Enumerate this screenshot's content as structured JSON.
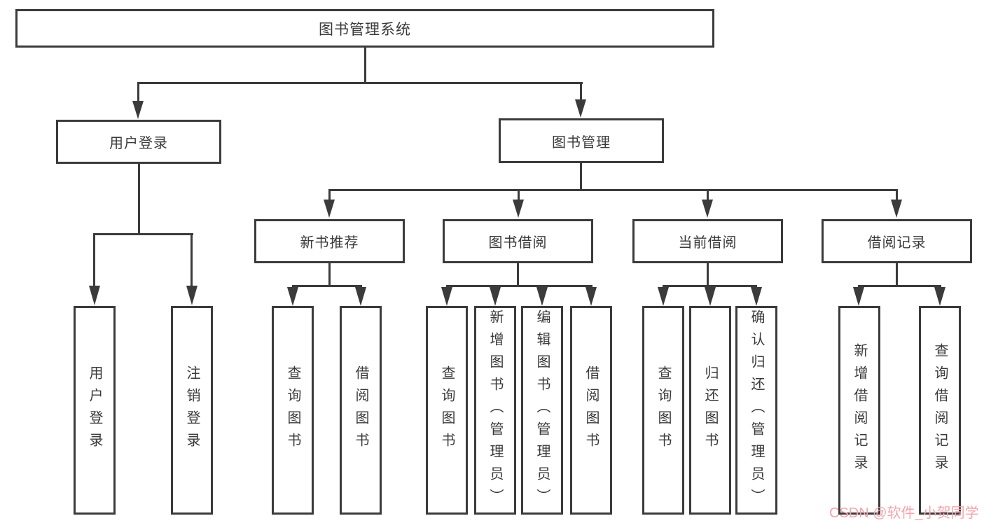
{
  "tree": {
    "root": {
      "label": "图书管理系统"
    },
    "branches": [
      {
        "label": "用户登录",
        "children": [
          {
            "label": "用户登录"
          },
          {
            "label": "注销登录"
          }
        ]
      },
      {
        "label": "图书管理",
        "children": [
          {
            "label": "新书推荐",
            "children": [
              {
                "label": "查询图书"
              },
              {
                "label": "借阅图书"
              }
            ]
          },
          {
            "label": "图书借阅",
            "children": [
              {
                "label": "查询图书"
              },
              {
                "label": "新增图书（管理员）"
              },
              {
                "label": "编辑图书（管理员）"
              },
              {
                "label": "借阅图书"
              }
            ]
          },
          {
            "label": "当前借阅",
            "children": [
              {
                "label": "查询图书"
              },
              {
                "label": "归还图书"
              },
              {
                "label": "确认归还（管理员）"
              }
            ]
          },
          {
            "label": "借阅记录",
            "children": [
              {
                "label": "新增借阅记录"
              },
              {
                "label": "查询借阅记录"
              }
            ]
          }
        ]
      }
    ]
  },
  "watermark": {
    "text": "CSDN @软件_小贺同学"
  },
  "colors": {
    "line": "#3b3b3b",
    "text": "#3a3a3a",
    "background": "#ffffff",
    "watermark": "#f2a6ac"
  }
}
